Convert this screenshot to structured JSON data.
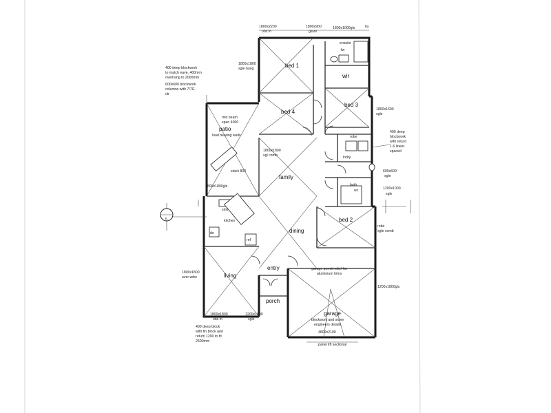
{
  "rooms": {
    "bed1": "bed 1",
    "bed2": "bed 2",
    "bed3": "bed 3",
    "bed4": "bed 4",
    "ensuite": "ensuite",
    "wir": "wir",
    "robe": "robe",
    "lndry": "lndry",
    "bath": "bath",
    "wc": "wc",
    "family": "family",
    "dining": "dining",
    "living": "living",
    "kitchen": "kitchen",
    "sink": "sink",
    "ref": "ref",
    "de": "de",
    "entry": "entry",
    "porch": "porch",
    "patio": "patio",
    "patio_sub": "load bearing walls",
    "garage": "garage"
  },
  "labels": {
    "top_1": "1800x2200",
    "top_1b": "obs fn",
    "top_2": "1800x900",
    "top_2b": "glaze",
    "top_3": "1800x1000gls",
    "top_3b": "hs",
    "ensuite_fw": "fw",
    "bed1_win": "1800x1800",
    "bed1_win_b": "sgle hung",
    "left_note_1": "400 deep blockwork",
    "left_note_2": "to match eave, 400mm",
    "left_note_3": "overhang to 2000mm",
    "left_note_4": "600x600 blockwork",
    "left_note_5": "columns with 7/7G",
    "left_note_6": "ctr",
    "patio_note_1": "min beam",
    "patio_note_2": "span 4000",
    "family_win_1": "1800x1800",
    "family_win_2": "sgl comb",
    "stack": "stack 800",
    "kitchen_win": "1800x1800gls",
    "right_win_1": "1800x1600",
    "right_win_2": "sgle",
    "right_note_1": "400 deep",
    "right_note_2": "blockwork",
    "right_note_3": "with return",
    "right_note_4": "1.6 linear",
    "right_note_5": "spaced",
    "right_win_3": "600x600",
    "right_win_3b": "sgle",
    "right_win_4": "1200x1000",
    "right_win_4b": "sgle",
    "bed2_note_1": "robe",
    "bed2_note_2": "sgle comb",
    "marker": "5",
    "living_win_1": "1800x1800",
    "living_win_2": "over wdw",
    "garage_note_1": "garage permit relief for",
    "garage_note_2": "aluminium trims",
    "garage_right_win": "1200x1800gls",
    "garage_detail_1": "blockwork and stone",
    "garage_detail_2": "engineers details",
    "garage_door": "4800x2100",
    "garage_bottom": "panel lift sectional",
    "porch_win_1": "1800x1800",
    "porch_win_1b": "obs fn",
    "porch_win_2": "1200x1800",
    "porch_win_2b": "sgle",
    "bottom_note_1": "400 deep block",
    "bottom_note_2": "with fin block and",
    "bottom_note_3": "return 1200 to fit",
    "bottom_note_4": "2500mm"
  }
}
